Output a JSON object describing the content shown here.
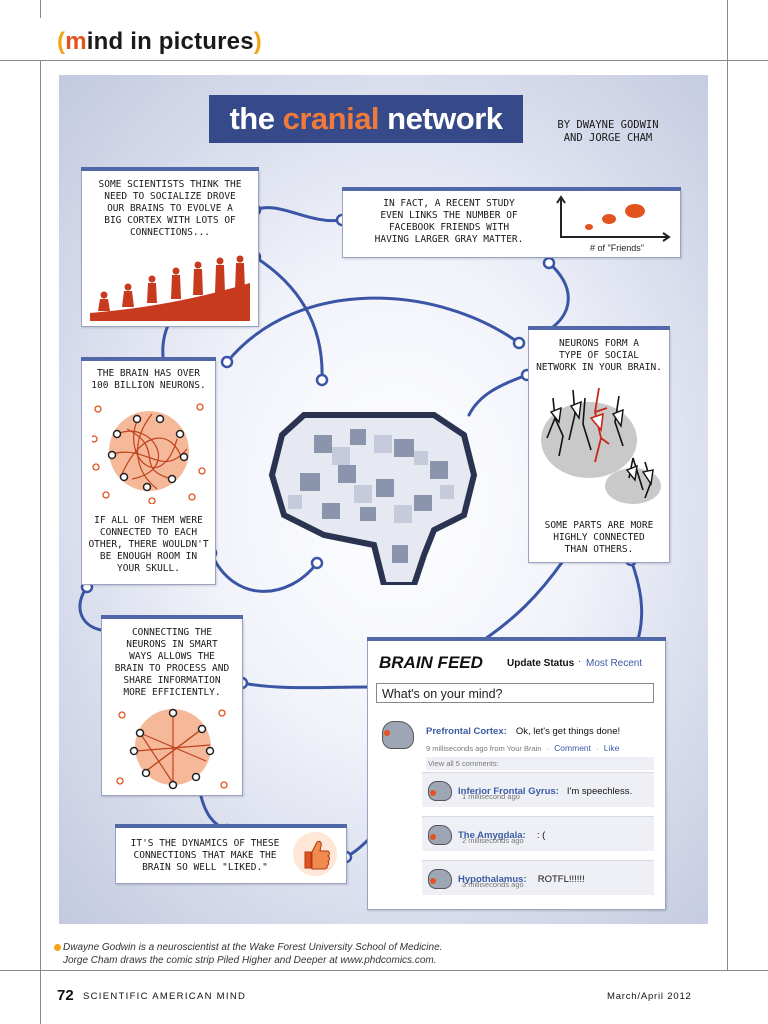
{
  "header": {
    "section_open": "(",
    "section_m": "m",
    "section_rest": "ind in pictures",
    "section_close": ")"
  },
  "comic": {
    "title_the": "the ",
    "title_highlight": "cranial",
    "title_rest": " network",
    "byline": "BY DWAYNE GODWIN\nAND JORGE CHAM",
    "panel_socialize": "SOME SCIENTISTS THINK THE\nNEED TO SOCIALIZE DROVE\nOUR BRAINS TO EVOLVE A\nBIG CORTEX WITH LOTS OF\nCONNECTIONS...",
    "panel_study": "IN FACT, A RECENT STUDY\nEVEN LINKS THE NUMBER OF\nFACEBOOK FRIENDS WITH\nHAVING LARGER GRAY MATTER.",
    "friends_axis_label": "# of \"Friends\"",
    "panel_billion": "THE BRAIN HAS OVER\n100 BILLION NEURONS.",
    "panel_room": "IF ALL OF THEM WERE\nCONNECTED TO EACH\nOTHER, THERE WOULDN'T\nBE ENOUGH ROOM IN\nYOUR SKULL.",
    "panel_social_top": "NEURONS FORM A\nTYPE OF SOCIAL\nNETWORK IN YOUR BRAIN.",
    "panel_social_bottom": "SOME PARTS ARE MORE\nHIGHLY CONNECTED\nTHAN OTHERS.",
    "panel_smart": "CONNECTING THE\nNEURONS IN SMART\nWAYS ALLOWS THE\nBRAIN TO PROCESS AND\nSHARE INFORMATION\nMORE EFFICIENTLY.",
    "panel_liked": "IT'S THE DYNAMICS OF THESE\nCONNECTIONS THAT MAKE THE\nBRAIN SO WELL \"LIKED.\""
  },
  "feed": {
    "title": "BRAIN FEED",
    "update_status": "Update Status",
    "separator": "·",
    "most_recent": "Most Recent",
    "prompt": "What's on your mind?",
    "post_author": "Prefrontal Cortex:",
    "post_text": "Ok, let's get things done!",
    "post_meta": "9 milliseconds ago from Your Brain",
    "post_dot1": "·",
    "post_comment": "Comment",
    "post_dot2": "·",
    "post_like": "Like",
    "view_all": "View all 5 comments:",
    "comments": [
      {
        "name": "Inferior Frontal Gyrus:",
        "text": "I'm speechless.",
        "meta": "1 millisecond ago"
      },
      {
        "name": "The Amygdala:",
        "text": ": (",
        "meta": "2 milliseconds ago"
      },
      {
        "name": "Hypothalamus:",
        "text": "ROTFL!!!!!!",
        "meta": "3 milliseconds ago"
      }
    ]
  },
  "caption": {
    "line1": "Dwayne Godwin is a neuroscientist at the Wake Forest University School of Medicine.",
    "line2": "Jorge Cham draws the comic strip Piled Higher and Deeper at www.phdcomics.com."
  },
  "footer": {
    "page_number": "72",
    "magazine": "SCIENTIFIC AMERICAN MIND",
    "issue": "March/April 2012"
  },
  "colors": {
    "accent_orange": "#e2531f",
    "accent_yellow": "#f2a51a",
    "title_blue": "#364a8a",
    "link_blue": "#3b5ba5",
    "network_line": "#3a55a6"
  }
}
